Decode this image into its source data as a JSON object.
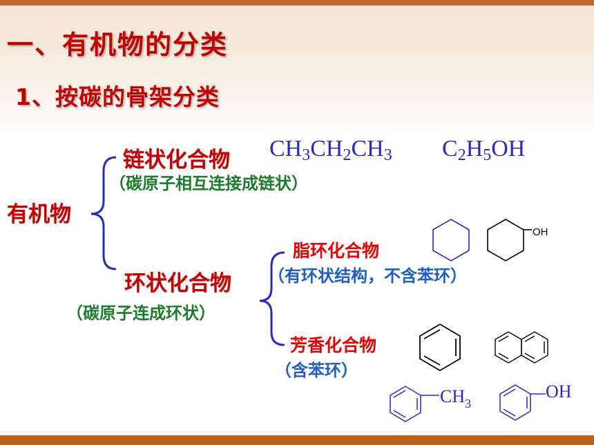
{
  "title": "一、有机物的分类",
  "subtitle": "1、按碳的骨架分类",
  "root": "有机物",
  "chain": {
    "label": "链状化合物",
    "note": "（碳原子相互连接成链状）",
    "formula1": {
      "p1": "CH",
      "s1": "3",
      "p2": "CH",
      "s2": "2",
      "p3": "CH",
      "s3": "3"
    },
    "formula2": {
      "p1": "C",
      "s1": "2",
      "p2": "H",
      "s2": "5",
      "p3": "OH"
    }
  },
  "cyclic": {
    "label": "环状化合物",
    "note": "（碳原子连成环状）",
    "alicyclic": {
      "label": "脂环化合物",
      "note": "（有环状结构，不含苯环）",
      "oh_label": "OH"
    },
    "aromatic": {
      "label": "芳香化合物",
      "note": "（含苯环）",
      "ch3_label": "CH",
      "ch3_sub": "3",
      "oh_label": "OH"
    }
  },
  "colors": {
    "heading": "#c00000",
    "green_note": "#1e7a2e",
    "blue_note": "#1f5fbf",
    "brace": "#2a2ab8",
    "frame": "#c0672f"
  }
}
